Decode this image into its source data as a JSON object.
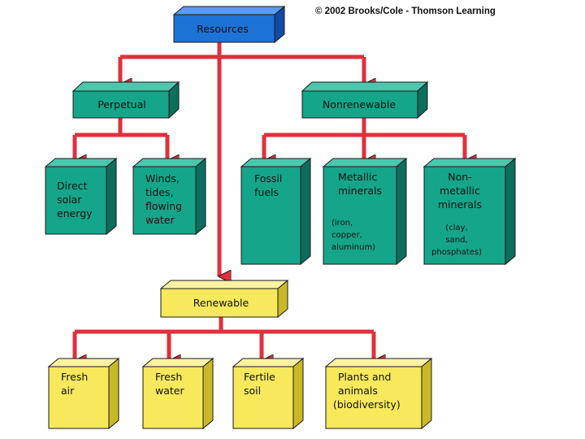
{
  "credit": "© 2002 Brooks/Cole - Thomson Learning",
  "colors": {
    "resources": "#1d72d6",
    "nonrenewable": "#14a58a",
    "renewable": "#f7e85c",
    "arrow": "#e0303c",
    "outline": "#1a1a1a"
  },
  "nodes": {
    "resources": {
      "label": "Resources"
    },
    "perpetual": {
      "label": "Perpetual"
    },
    "nonrenewable": {
      "label": "Nonrenewable"
    },
    "direct_solar": {
      "lines": [
        "Direct",
        "solar",
        "energy"
      ]
    },
    "winds": {
      "lines": [
        "Winds,",
        "tides,",
        "flowing",
        "water"
      ]
    },
    "fossil_fuels": {
      "lines": [
        "Fossil",
        "fuels"
      ]
    },
    "metallic": {
      "lines": [
        "Metallic",
        "minerals"
      ],
      "examples": [
        "(iron,",
        "copper,",
        "aluminum)"
      ]
    },
    "nonmetallic": {
      "lines": [
        "Non-",
        "metallic",
        "minerals"
      ],
      "examples": [
        "(clay,",
        "sand,",
        "phosphates)"
      ]
    },
    "renewable": {
      "label": "Renewable"
    },
    "fresh_air": {
      "lines": [
        "Fresh",
        "air"
      ]
    },
    "fresh_water": {
      "lines": [
        "Fresh",
        "water"
      ]
    },
    "fertile_soil": {
      "lines": [
        "Fertile",
        "soil"
      ]
    },
    "plants_animals": {
      "lines": [
        "Plants and",
        "animals",
        "(biodiversity)"
      ]
    }
  }
}
